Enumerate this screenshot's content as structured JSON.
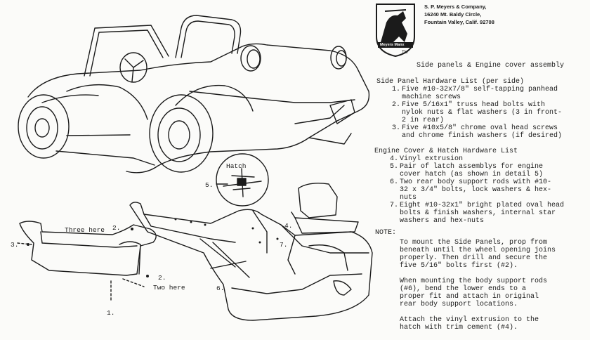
{
  "company": {
    "name": "S. P. Meyers & Company,",
    "address1": "16240 Mt. Baldy Circle,",
    "address2": "Fountain Valley, Calif. 92708",
    "logo_text": "Meyers Manx",
    "tm": "TM"
  },
  "title": "Side panels & Engine cover assembly",
  "side_panel": {
    "heading": "Side Panel Hardware List (per side)",
    "items": [
      {
        "n": "1.",
        "lines": [
          "Five #10-32x7/8\" self-tapping panhead",
          "machine screws"
        ]
      },
      {
        "n": "2.",
        "lines": [
          "Five 5/16x1\" truss head bolts with",
          "nylok nuts & flat washers (3 in front-",
          "2 in rear)"
        ]
      },
      {
        "n": "3.",
        "lines": [
          "Five #10x5/8\" chrome oval head screws",
          "and chrome finish washers (if desired)"
        ]
      }
    ]
  },
  "engine_cover": {
    "heading": "Engine Cover & Hatch Hardware List",
    "items": [
      {
        "n": "4.",
        "lines": [
          "Vinyl extrusion"
        ]
      },
      {
        "n": "5.",
        "lines": [
          "Pair of latch assemblys for engine",
          "cover hatch (as shown in detail 5)"
        ]
      },
      {
        "n": "6.",
        "lines": [
          "Two rear body support rods with #10-",
          "32 x 3/4\" bolts, lock washers & hex-",
          "nuts"
        ]
      },
      {
        "n": "7.",
        "lines": [
          "Eight #10-32x1\" bright plated oval head",
          "bolts & finish washers, internal star",
          "washers and hex-nuts"
        ]
      }
    ]
  },
  "note": {
    "label": "NOTE:",
    "paragraphs": [
      [
        "To mount the Side Panels, prop from",
        "beneath until the wheel opening joins",
        "properly.  Then drill and secure the",
        "five 5/16\" bolts first (#2)."
      ],
      [
        "When mounting the body support rods",
        "(#6), bend the lower ends to a",
        "proper fit and attach in original",
        "rear body support locations."
      ],
      [
        "Attach the vinyl extrusion to the",
        "hatch with trim cement (#4)."
      ]
    ]
  },
  "diagram_labels": {
    "hatch": "Hatch",
    "five": "5.",
    "three_here": "Three here",
    "two_here": "Two here",
    "one": "1.",
    "two": "2.",
    "two_b": "2.",
    "three": "3.",
    "four": "4.",
    "six": "6.",
    "seven": "7."
  }
}
